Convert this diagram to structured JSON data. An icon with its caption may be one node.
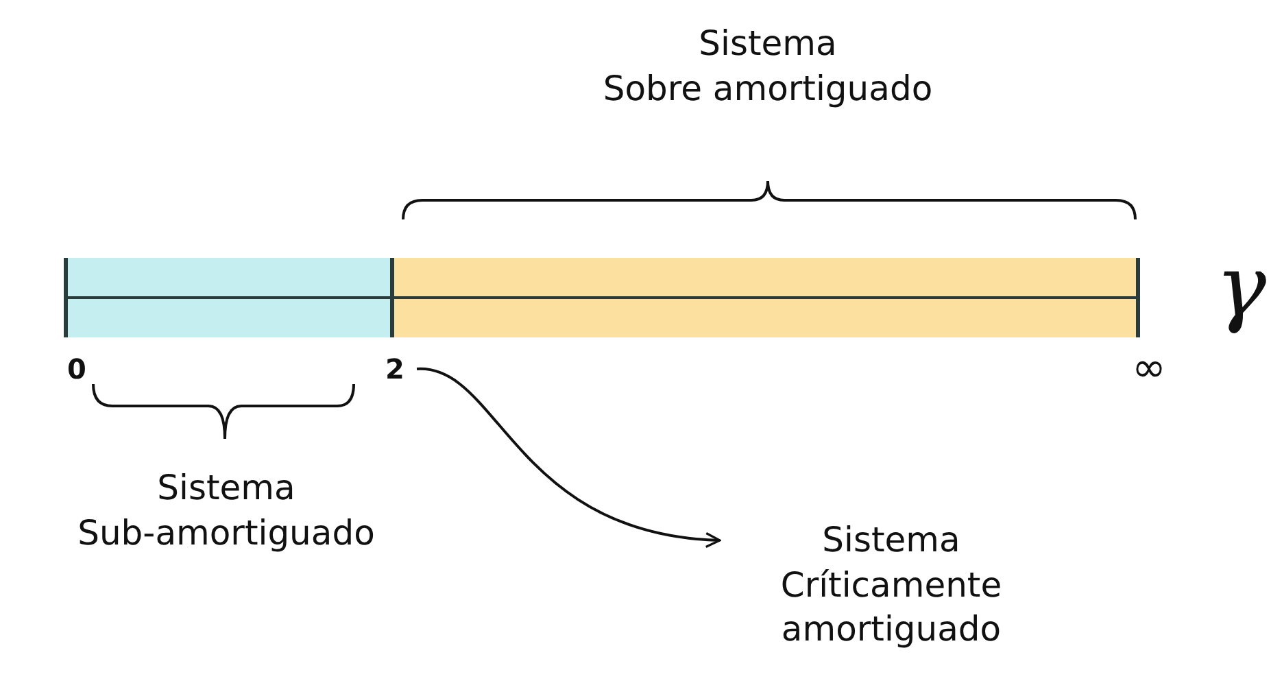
{
  "diagram": {
    "nodes": [
      {
        "text": [
          "2"
        ]
      },
      {
        "text": [
          "Sistema Críticamente amortiguado"
        ]
      }
    ],
    "edges": [
      {
        "from": 0,
        "to": 1,
        "arrow": "to"
      }
    ],
    "labels": [
      "Sistema Sobre amortiguado",
      "γ",
      "0",
      "∞",
      "Sistema Sub-amortiguado"
    ]
  }
}
